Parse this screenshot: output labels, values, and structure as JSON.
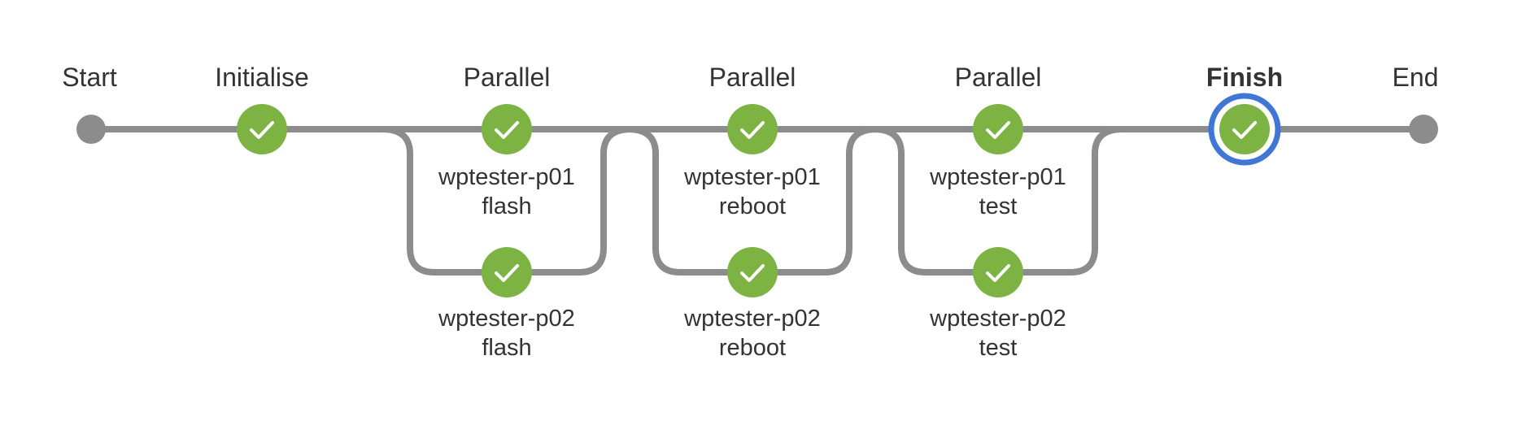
{
  "pipeline": {
    "start_label": "Start",
    "end_label": "End",
    "stages": [
      {
        "title": "Initialise",
        "selected": false,
        "status": "success",
        "branches": [
          {
            "line1": "",
            "line2": ""
          }
        ]
      },
      {
        "title": "Parallel",
        "selected": false,
        "status": "success",
        "branches": [
          {
            "line1": "wptester-p01",
            "line2": "flash"
          },
          {
            "line1": "wptester-p02",
            "line2": "flash"
          }
        ]
      },
      {
        "title": "Parallel",
        "selected": false,
        "status": "success",
        "branches": [
          {
            "line1": "wptester-p01",
            "line2": "reboot"
          },
          {
            "line1": "wptester-p02",
            "line2": "reboot"
          }
        ]
      },
      {
        "title": "Parallel",
        "selected": false,
        "status": "success",
        "branches": [
          {
            "line1": "wptester-p01",
            "line2": "test"
          },
          {
            "line1": "wptester-p02",
            "line2": "test"
          }
        ]
      },
      {
        "title": "Finish",
        "selected": true,
        "status": "success",
        "branches": [
          {
            "line1": "",
            "line2": ""
          }
        ]
      }
    ]
  },
  "colors": {
    "success": "#7cb342",
    "track": "#8c8c8c",
    "terminal": "#8c8c8c",
    "selected_ring": "#4177d4",
    "text": "#333333"
  },
  "icons": {
    "success": "check-icon"
  }
}
